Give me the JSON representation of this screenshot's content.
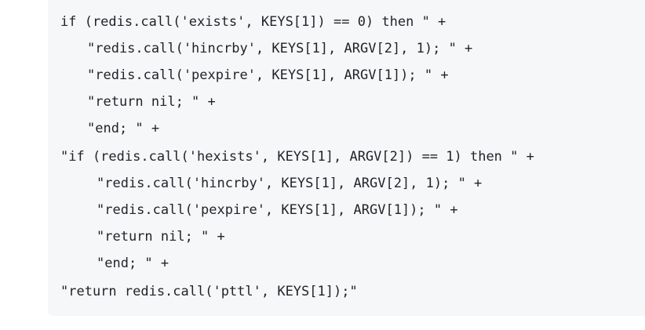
{
  "code": {
    "lines": [
      "if (redis.call('exists', KEYS[1]) == 0) then \" +",
      "\"redis.call('hincrby', KEYS[1], ARGV[2], 1); \" +",
      "\"redis.call('pexpire', KEYS[1], ARGV[1]); \" +",
      "\"return nil; \" +",
      "\"end; \" +",
      "\"if (redis.call('hexists', KEYS[1], ARGV[2]) == 1) then \" +",
      "\"redis.call('hincrby', KEYS[1], ARGV[2], 1); \" +",
      "\"redis.call('pexpire', KEYS[1], ARGV[1]); \" +",
      "\"return nil; \" +",
      "\"end; \" +",
      "\"return redis.call('pttl', KEYS[1]);\""
    ]
  }
}
